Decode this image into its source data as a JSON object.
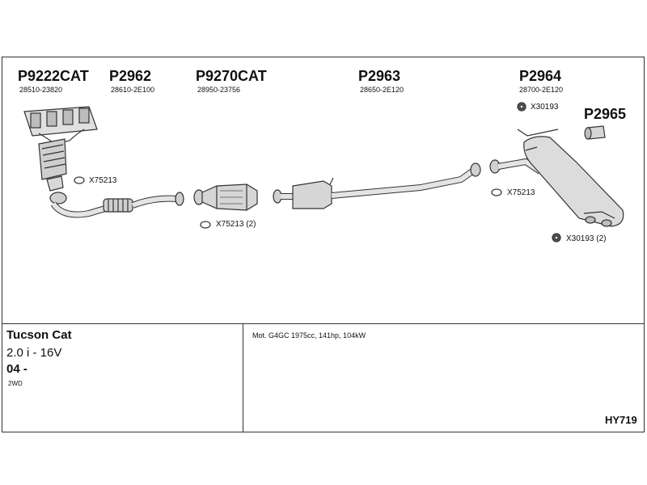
{
  "parts": {
    "p9222cat": {
      "number": "P9222CAT",
      "oem": "28510-23820"
    },
    "p2962": {
      "number": "P2962",
      "oem": "28610-2E100"
    },
    "p9270cat": {
      "number": "P9270CAT",
      "oem": "28950-23756"
    },
    "p2963": {
      "number": "P2963",
      "oem": "28650-2E120"
    },
    "p2964": {
      "number": "P2964",
      "oem": "28700-2E120"
    },
    "p2965": {
      "number": "P2965"
    }
  },
  "callouts": {
    "gasket_front": "X75213",
    "gasket_cat": "X75213 (2)",
    "gasket_rear": "X75213",
    "rubber_mount_top": "X30193",
    "rubber_mount_bottom": "X30193 (2)"
  },
  "vehicle": {
    "model": "Tucson Cat",
    "engine": "2.0 i - 16V",
    "years": "04 -",
    "drive": "2WD"
  },
  "engine_description": "Mot. G4GC 1975cc, 141hp, 104kW",
  "diagram_code": "HY719",
  "colors": {
    "line": "#333333",
    "part_fill": "#d8d8d8",
    "part_dark": "#9a9a9a"
  }
}
